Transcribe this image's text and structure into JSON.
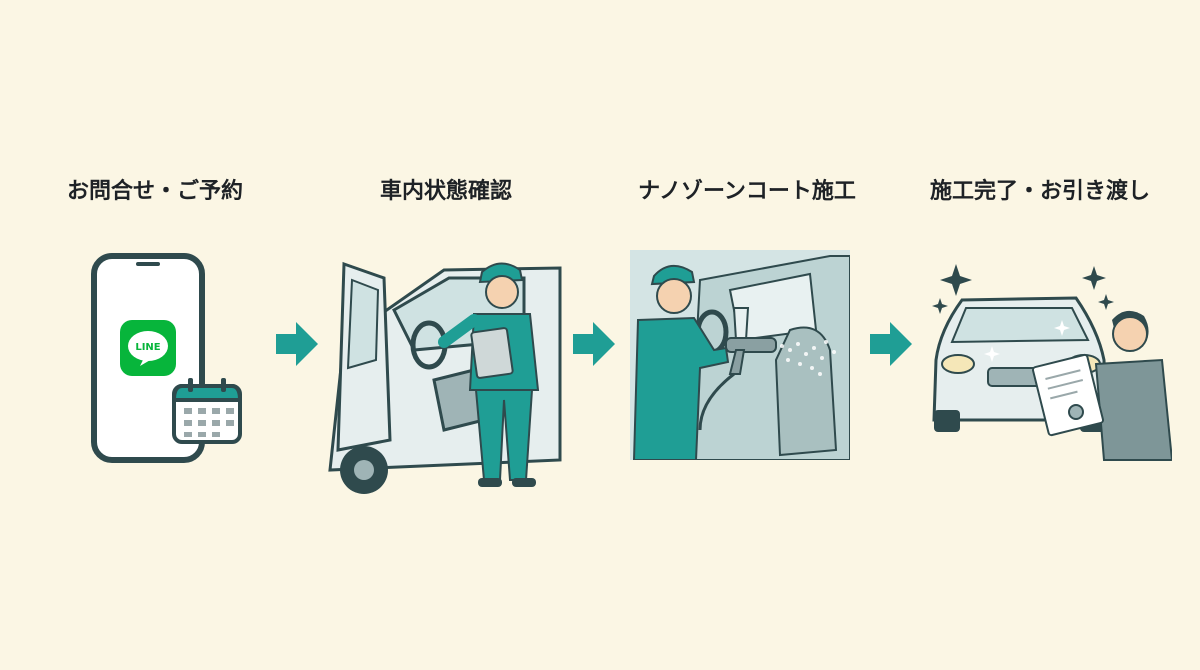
{
  "steps": [
    {
      "title": "お問合せ・ご予約",
      "badge_text": "LINE",
      "illustration": "smartphone-line-calendar"
    },
    {
      "title": "車内状態確認",
      "illustration": "inspector-checking-car-interior"
    },
    {
      "title": "ナノゾーンコート施工",
      "illustration": "worker-spraying-coating"
    },
    {
      "title": "施工完了・お引き渡し",
      "illustration": "car-handover-certificate"
    }
  ],
  "colors": {
    "background": "#fbf6e4",
    "accent_teal": "#1f9e95",
    "line_green": "#07b53b",
    "outline": "#2f4a4d",
    "title_text": "#1e2226"
  }
}
